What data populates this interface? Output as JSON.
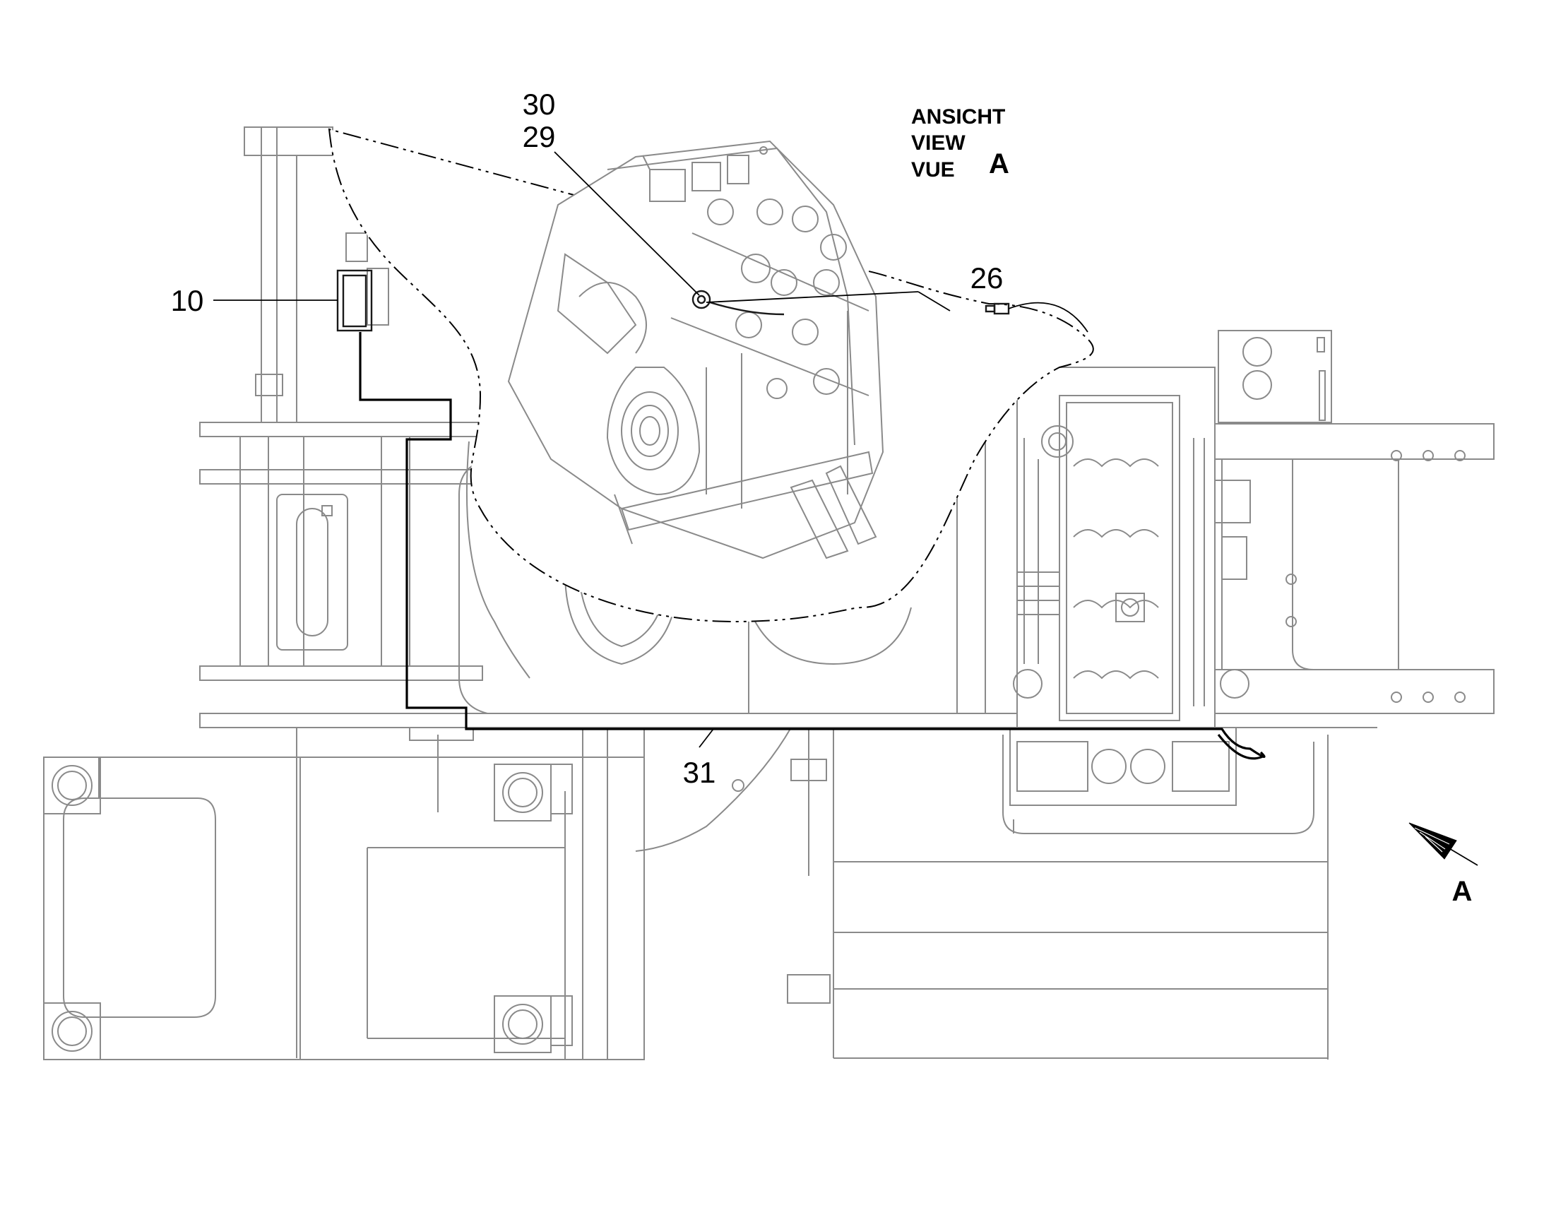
{
  "diagram": {
    "view": {
      "words": [
        "ANSICHT",
        "VIEW",
        "VUE"
      ],
      "letter": "A"
    },
    "callouts": {
      "c10": "10",
      "c26": "26",
      "c29": "29",
      "c30": "30",
      "c31": "31"
    },
    "direction_marker": "A"
  }
}
